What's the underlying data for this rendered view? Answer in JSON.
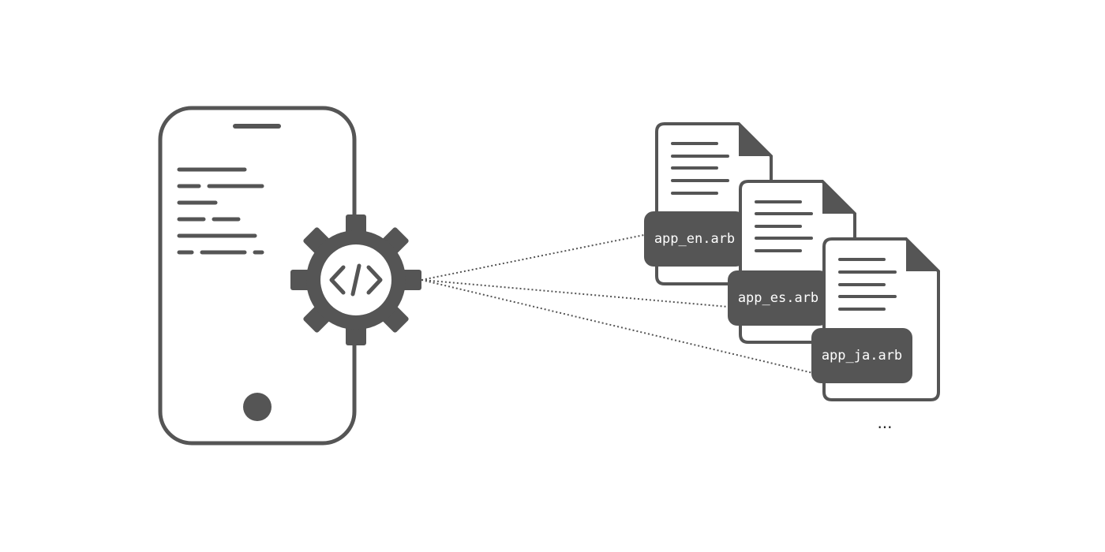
{
  "colors": {
    "ink": "#555555",
    "background": "#ffffff",
    "label_text": "#ffffff"
  },
  "phone": {
    "icon": "smartphone-icon",
    "text_lines_icon": "text-lines-icon",
    "home_button_icon": "home-button-icon"
  },
  "gear": {
    "icon": "gear-icon",
    "code_icon": "code-brackets-icon"
  },
  "files": [
    {
      "label": "app_en.arb",
      "icon": "document-icon"
    },
    {
      "label": "app_es.arb",
      "icon": "document-icon"
    },
    {
      "label": "app_ja.arb",
      "icon": "document-icon"
    }
  ],
  "more_indicator": "..."
}
